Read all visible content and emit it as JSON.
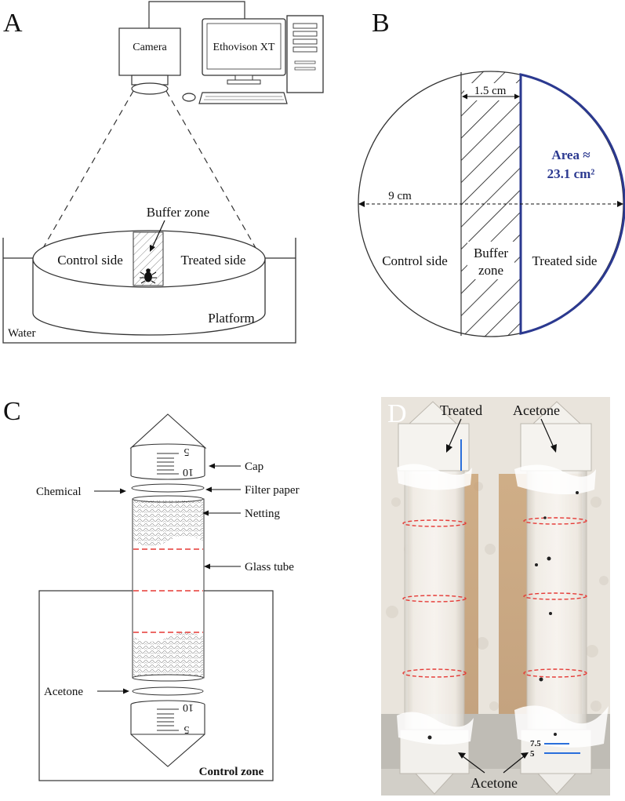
{
  "panels": {
    "a": {
      "letter": "A",
      "camera_label": "Camera",
      "software_label": "Ethovison XT",
      "buffer_zone_label": "Buffer zone",
      "control_side_label": "Control side",
      "treated_side_label": "Treated side",
      "platform_label": "Platform",
      "water_label": "Water"
    },
    "b": {
      "letter": "B",
      "buffer_width_label": "1.5 cm",
      "diameter_label": "9 cm",
      "area_label_line1": "Area ≈",
      "area_label_line2": "23.1 cm²",
      "control_side_label": "Control side",
      "buffer_label_line1": "Buffer",
      "buffer_label_line2": "zone",
      "treated_side_label": "Treated side"
    },
    "c": {
      "letter": "C",
      "cap_scale_top": "5",
      "cap_scale_bottom": "10",
      "cap_label": "Cap",
      "chemical_label": "Chemical",
      "filter_paper_label": "Filter paper",
      "netting_label": "Netting",
      "glass_tube_label": "Glass tube",
      "acetone_label": "Acetone",
      "bottom_scale_top": "10",
      "bottom_scale_bottom": "5",
      "control_zone_label": "Control zone"
    },
    "d": {
      "letter": "D",
      "treated_label": "Treated",
      "acetone_top_label": "Acetone",
      "acetone_bottom_label": "Acetone",
      "scale_upper": "7.5",
      "scale_lower": "5"
    }
  },
  "colors": {
    "treated_outline": "#2b3990",
    "red_markers": "#e53935",
    "photo_background": "#ece7df",
    "tube_tint": "#c9a97f"
  }
}
